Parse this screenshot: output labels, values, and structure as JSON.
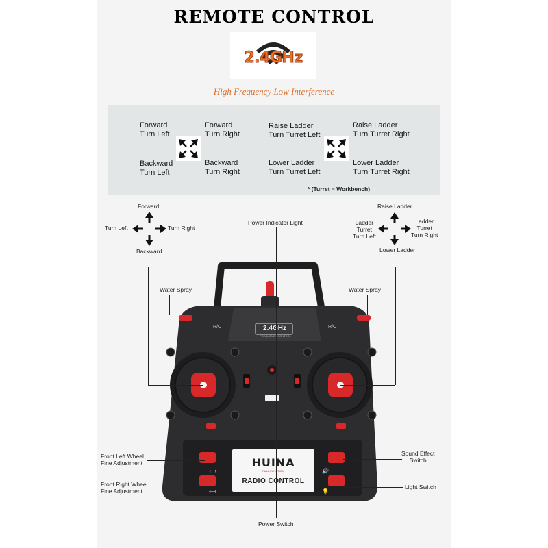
{
  "title": "REMOTE CONTROL",
  "logo": {
    "text": "2.4GHz"
  },
  "tagline": "High Frequency Low Interference",
  "panel": {
    "left_group": {
      "forward_left": [
        "Forward",
        "Turn Left"
      ],
      "forward_right": [
        "Forward",
        "Turn Right"
      ],
      "backward_left": [
        "Backward",
        "Turn Left"
      ],
      "backward_right": [
        "Backward",
        "Turn Right"
      ]
    },
    "right_group": {
      "raise_left": [
        "Raise Ladder",
        "Turn Turret Left"
      ],
      "raise_right": [
        "Raise Ladder",
        "Turn Turret Right"
      ],
      "lower_left": [
        "Lower Ladder",
        "Turn Turret Left"
      ],
      "lower_right": [
        "Lower Ladder",
        "Turn Turret Right"
      ]
    },
    "note": "* (Turret = Workbench)"
  },
  "left_stick": {
    "up": "Forward",
    "left": "Turn Left",
    "right": "Turn Right",
    "down": "Backward"
  },
  "right_stick": {
    "up": "Raise Ladder",
    "left": [
      "Ladder",
      "Turret",
      "Turn Left"
    ],
    "right": [
      "Ladder",
      "Turret",
      "Turn Right"
    ],
    "down": "Lower Ladder"
  },
  "callouts": {
    "power_light": "Power Indicator Light",
    "water_spray_left": "Water Spray",
    "water_spray_right": "Water Spray",
    "front_left_trim": [
      "Front Left Wheel",
      "Fine Adjustment"
    ],
    "front_right_trim": [
      "Front Right Wheel",
      "Fine Adjustment"
    ],
    "sound_switch": [
      "Sound Effect",
      "Switch"
    ],
    "light_switch": "Light Switch",
    "power_switch": "Power Switch"
  },
  "device": {
    "freq_badge": "2.4GHz",
    "freq_sub": "FREQUENCY CONTROL",
    "rc_left": "R/C",
    "rc_right": "R/C",
    "brand": "HUINA",
    "brand_sub": "FULL FUNCTION",
    "label": "RADIO CONTROL"
  },
  "colors": {
    "accent_orange": "#e8722a",
    "button_red": "#d8282a",
    "body_dark": "#2d2d2f"
  }
}
